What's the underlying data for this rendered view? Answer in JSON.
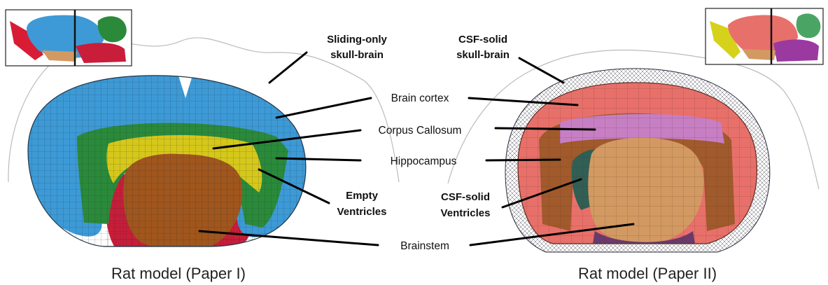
{
  "labels": {
    "sliding_only_1": "Sliding-only",
    "sliding_only_2": "skull-brain",
    "csf_solid_skull_1": "CSF-solid",
    "csf_solid_skull_2": "skull-brain",
    "brain_cortex": "Brain cortex",
    "corpus_callosum": "Corpus Callosum",
    "hippocampus": "Hippocampus",
    "empty_ventricles_1": "Empty",
    "empty_ventricles_2": "Ventricles",
    "csf_solid_ventricles_1": "CSF-solid",
    "csf_solid_ventricles_2": "Ventricles",
    "brainstem": "Brainstem"
  },
  "captions": {
    "left": "Rat model (Paper I)",
    "right": "Rat model (Paper II)"
  },
  "colors": {
    "cortex_blue": "#3d9ad6",
    "corpus_yellow": "#d6c81a",
    "hippocampus_green": "#2a8a3a",
    "brainstem_brown": "#a0561c",
    "cerebellum_red": "#c81e3a",
    "cortex_salmon": "#e8706a",
    "corpus_violet": "#c77fc4",
    "hippocampus_brown": "#a05a2c",
    "brainstem_tan": "#d29a62",
    "skull_mesh": "#3a3a4a"
  }
}
